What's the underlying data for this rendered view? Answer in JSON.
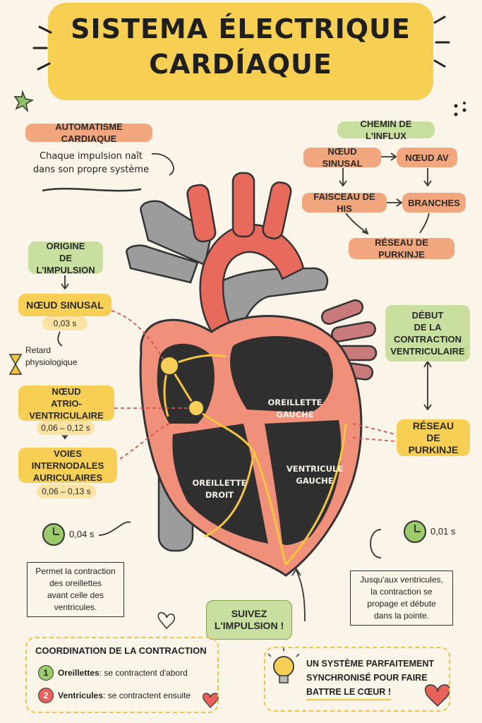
{
  "title": {
    "line1": "SISTEMA ÉLECTRIQUE",
    "line2": "CARDÍAQUE"
  },
  "automatisme": {
    "label": "AUTOMATISME CARDIAQUE",
    "text1": "Chaque impulsion naît",
    "text2": "dans son propre système"
  },
  "chemin": {
    "label": "CHEMIN DE L'INFLUX",
    "noeud_sinusal": "NŒUD SINUSAL",
    "noeud_av": "NŒUD AV",
    "faisceau": "FAISCEAU DE HIS",
    "branches": "BRANCHES",
    "purkinje": "RÉSEAU DE PURKINJE"
  },
  "origine": {
    "label_line1": "ORIGINE",
    "label_line2": "DE L'IMPULSION"
  },
  "noeud_sinusal": {
    "label": "NŒUD SINUSAL",
    "time": "0,03 s"
  },
  "retard": {
    "line1": "Retard",
    "line2": "physiologique"
  },
  "noeud_av": {
    "line1": "NŒUD",
    "line2": "ATRIO-VENTRICULAIRE",
    "time": "0,06 – 0,12 s"
  },
  "voies": {
    "line1": "VOIES INTERNODALES",
    "line2": "AURICULAIRES",
    "time": "0,06 – 0,13 s"
  },
  "timer_left": "0,04 s",
  "timer_right": "0,01 s",
  "box_left": {
    "l1": "Permet la contraction",
    "l2": "des oreillettes",
    "l3": "avant celle des",
    "l4": "ventricules."
  },
  "box_right": {
    "l1": "Jusqu'aux ventricules,",
    "l2": "la contraction se",
    "l3": "propage et débute",
    "l4": "dans la pointe."
  },
  "debut": {
    "l1": "DÉBUT",
    "l2": "DE LA CONTRACTION",
    "l3": "VENTRICULAIRE"
  },
  "reseau_right": {
    "l1": "RÉSEAU",
    "l2": "DE PURKINJE"
  },
  "suivez": {
    "l1": "SUIVEZ",
    "l2": "L'IMPULSION !"
  },
  "heart_labels": {
    "og1": "OREILLETTE",
    "og2": "GAUCHE",
    "od1": "OREILLETTE",
    "od2": "DROIT",
    "vg1": "VENTRICULE",
    "vg2": "GAUCHE"
  },
  "coordination": {
    "title": "COORDINATION DE LA CONTRACTION",
    "n1": "1",
    "item1_bold": "Oreillettes",
    "item1_rest": " : se contractent d'abord",
    "n2": "2",
    "item2_bold": "Ventricules",
    "item2_rest": " : se contractent ensuite"
  },
  "synchro": {
    "l1": "UN SYSTÈME PARFAITEMENT",
    "l2": "SYNCHRONISÉ POUR FAIRE",
    "l3": "BATTRE LE CŒUR !"
  },
  "colors": {
    "salmon": "#f2a67e",
    "yellow": "#f8cf55",
    "green": "#c9dfa0",
    "heart_muscle": "#f0907a",
    "chamber": "#2f2f2f",
    "vessel_gray": "#9c9c9c",
    "aorta_red": "#e86a5c"
  }
}
